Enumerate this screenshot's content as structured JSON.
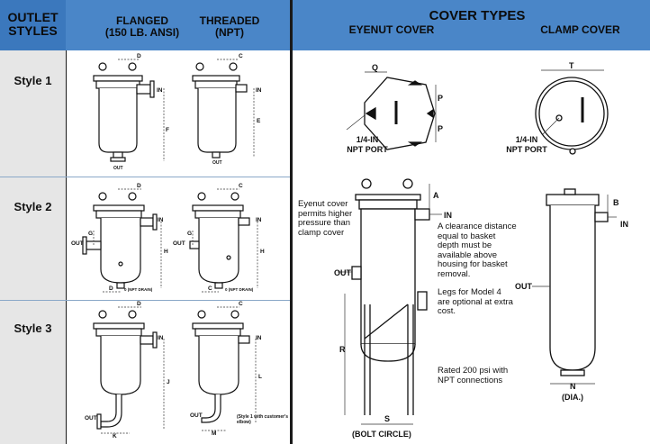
{
  "header": {
    "outlet_styles_line1": "OUTLET",
    "outlet_styles_line2": "STYLES",
    "flanged_line1": "FLANGED",
    "flanged_line2": "(150 LB. ANSI)",
    "threaded_line1": "THREADED",
    "threaded_line2": "(NPT)",
    "cover_types": "COVER TYPES",
    "eyenut_cover": "EYENUT COVER",
    "clamp_cover": "CLAMP COVER"
  },
  "styles": [
    {
      "label": "Style 1"
    },
    {
      "label": "Style 2"
    },
    {
      "label": "Style 3"
    }
  ],
  "drawing_labels": {
    "d": "D",
    "c": "C",
    "in": "IN",
    "out": "OUT",
    "f": "F",
    "e": "E",
    "g": "G",
    "h": "H",
    "j": "J",
    "l": "L",
    "k": "K",
    "m": "M",
    "drain_flanged": "0 (NPT DRAIN)",
    "drain_threaded": "0 (NPT DRAIN)",
    "style1_elbow": "(Style 1 with customer's elbow)"
  },
  "cover_labels": {
    "q": "Q",
    "p": "P",
    "t": "T",
    "a": "A",
    "b": "B",
    "r": "R",
    "s": "S",
    "n": "N",
    "port_line1": "1/4-IN",
    "port_line2": "NPT PORT",
    "in": "IN",
    "out": "OUT",
    "bolt_circle": "(BOLT CIRCLE)",
    "dia": "(DIA.)"
  },
  "notes": {
    "eyenut_note": "Eyenut cover permits higher pressure than clamp cover",
    "clearance_note": "A clearance distance equal to basket depth must be available above housing for basket removal.",
    "legs_note": "Legs for Model 4 are optional at extra cost.",
    "rated_note": "Rated 200 psi with NPT connections"
  }
}
